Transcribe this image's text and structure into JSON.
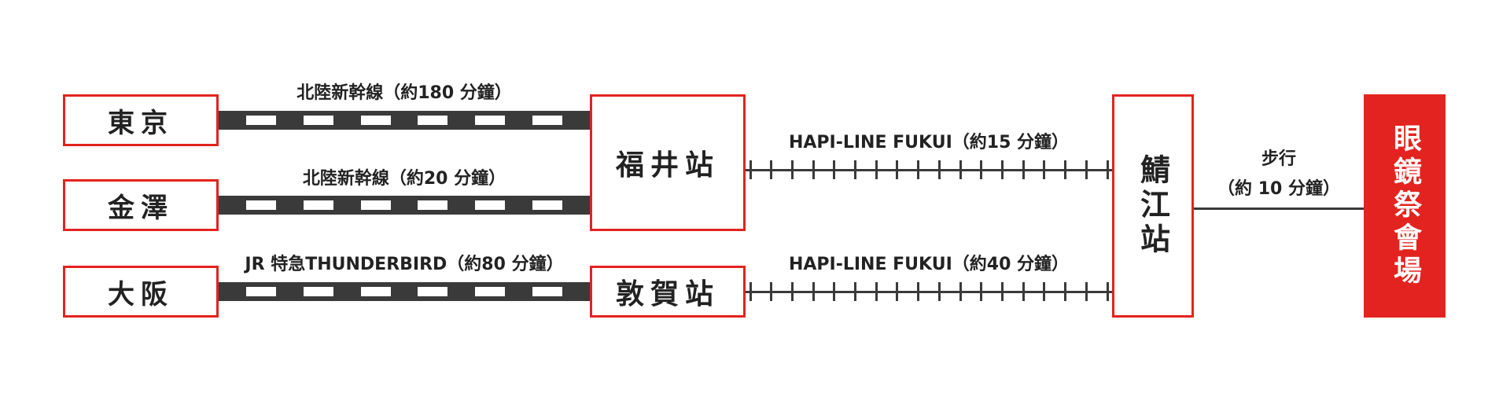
{
  "stations": {
    "tokyo": "東京",
    "kanazawa": "金澤",
    "osaka": "大阪",
    "fukui": "福井站",
    "tsuruga": "敦賀站",
    "sabae": "鯖江站",
    "venue": "眼鏡祭會場"
  },
  "routes": {
    "tokyo_fukui": "北陸新幹線（約180 分鐘）",
    "kanazawa_fukui": "北陸新幹線（約20 分鐘）",
    "osaka_tsuruga": "JR 特急THUNDERBIRD（約80 分鐘）",
    "fukui_sabae": "HAPI-LINE FUKUI（約15 分鐘）",
    "tsuruga_sabae": "HAPI-LINE FUKUI（約40 分鐘）",
    "walk_line1": "步行",
    "walk_line2": "（約 10 分鐘）"
  },
  "colors": {
    "accent": "#e3231f",
    "track": "#3a3a3a"
  }
}
